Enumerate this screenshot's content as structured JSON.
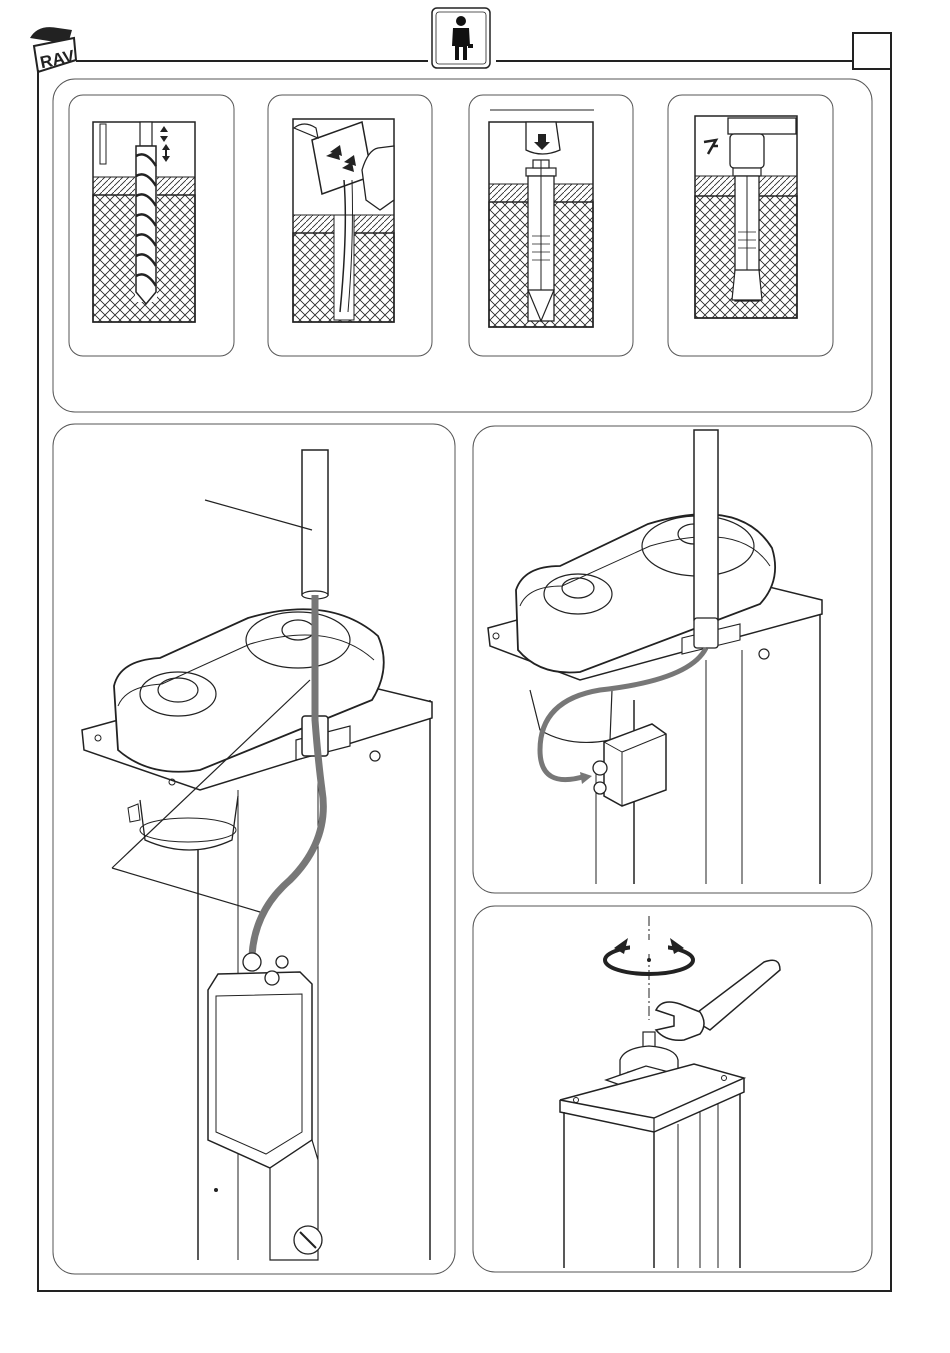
{
  "header": {
    "logo_text": "RAV",
    "logo_icon": "rav-logo-icon",
    "operator_icon": "single-operator-icon",
    "page_box_value": ""
  },
  "steps": [
    {
      "name": "drill-hole",
      "icon": "drill-bit-icon"
    },
    {
      "name": "clean-hole",
      "icon": "blower-icon"
    },
    {
      "name": "insert-anchor",
      "icon": "hammer-anchor-icon"
    },
    {
      "name": "tighten-anchor",
      "icon": "torque-wrench-icon"
    }
  ],
  "panels": {
    "cable_routing": "cable-routing-illustration",
    "cable_connection": "cable-connection-illustration",
    "tighten_nut": "tighten-nut-illustration"
  },
  "colors": {
    "line": "#1a1a1a",
    "cable": "#777777",
    "panel_border": "#555555"
  }
}
